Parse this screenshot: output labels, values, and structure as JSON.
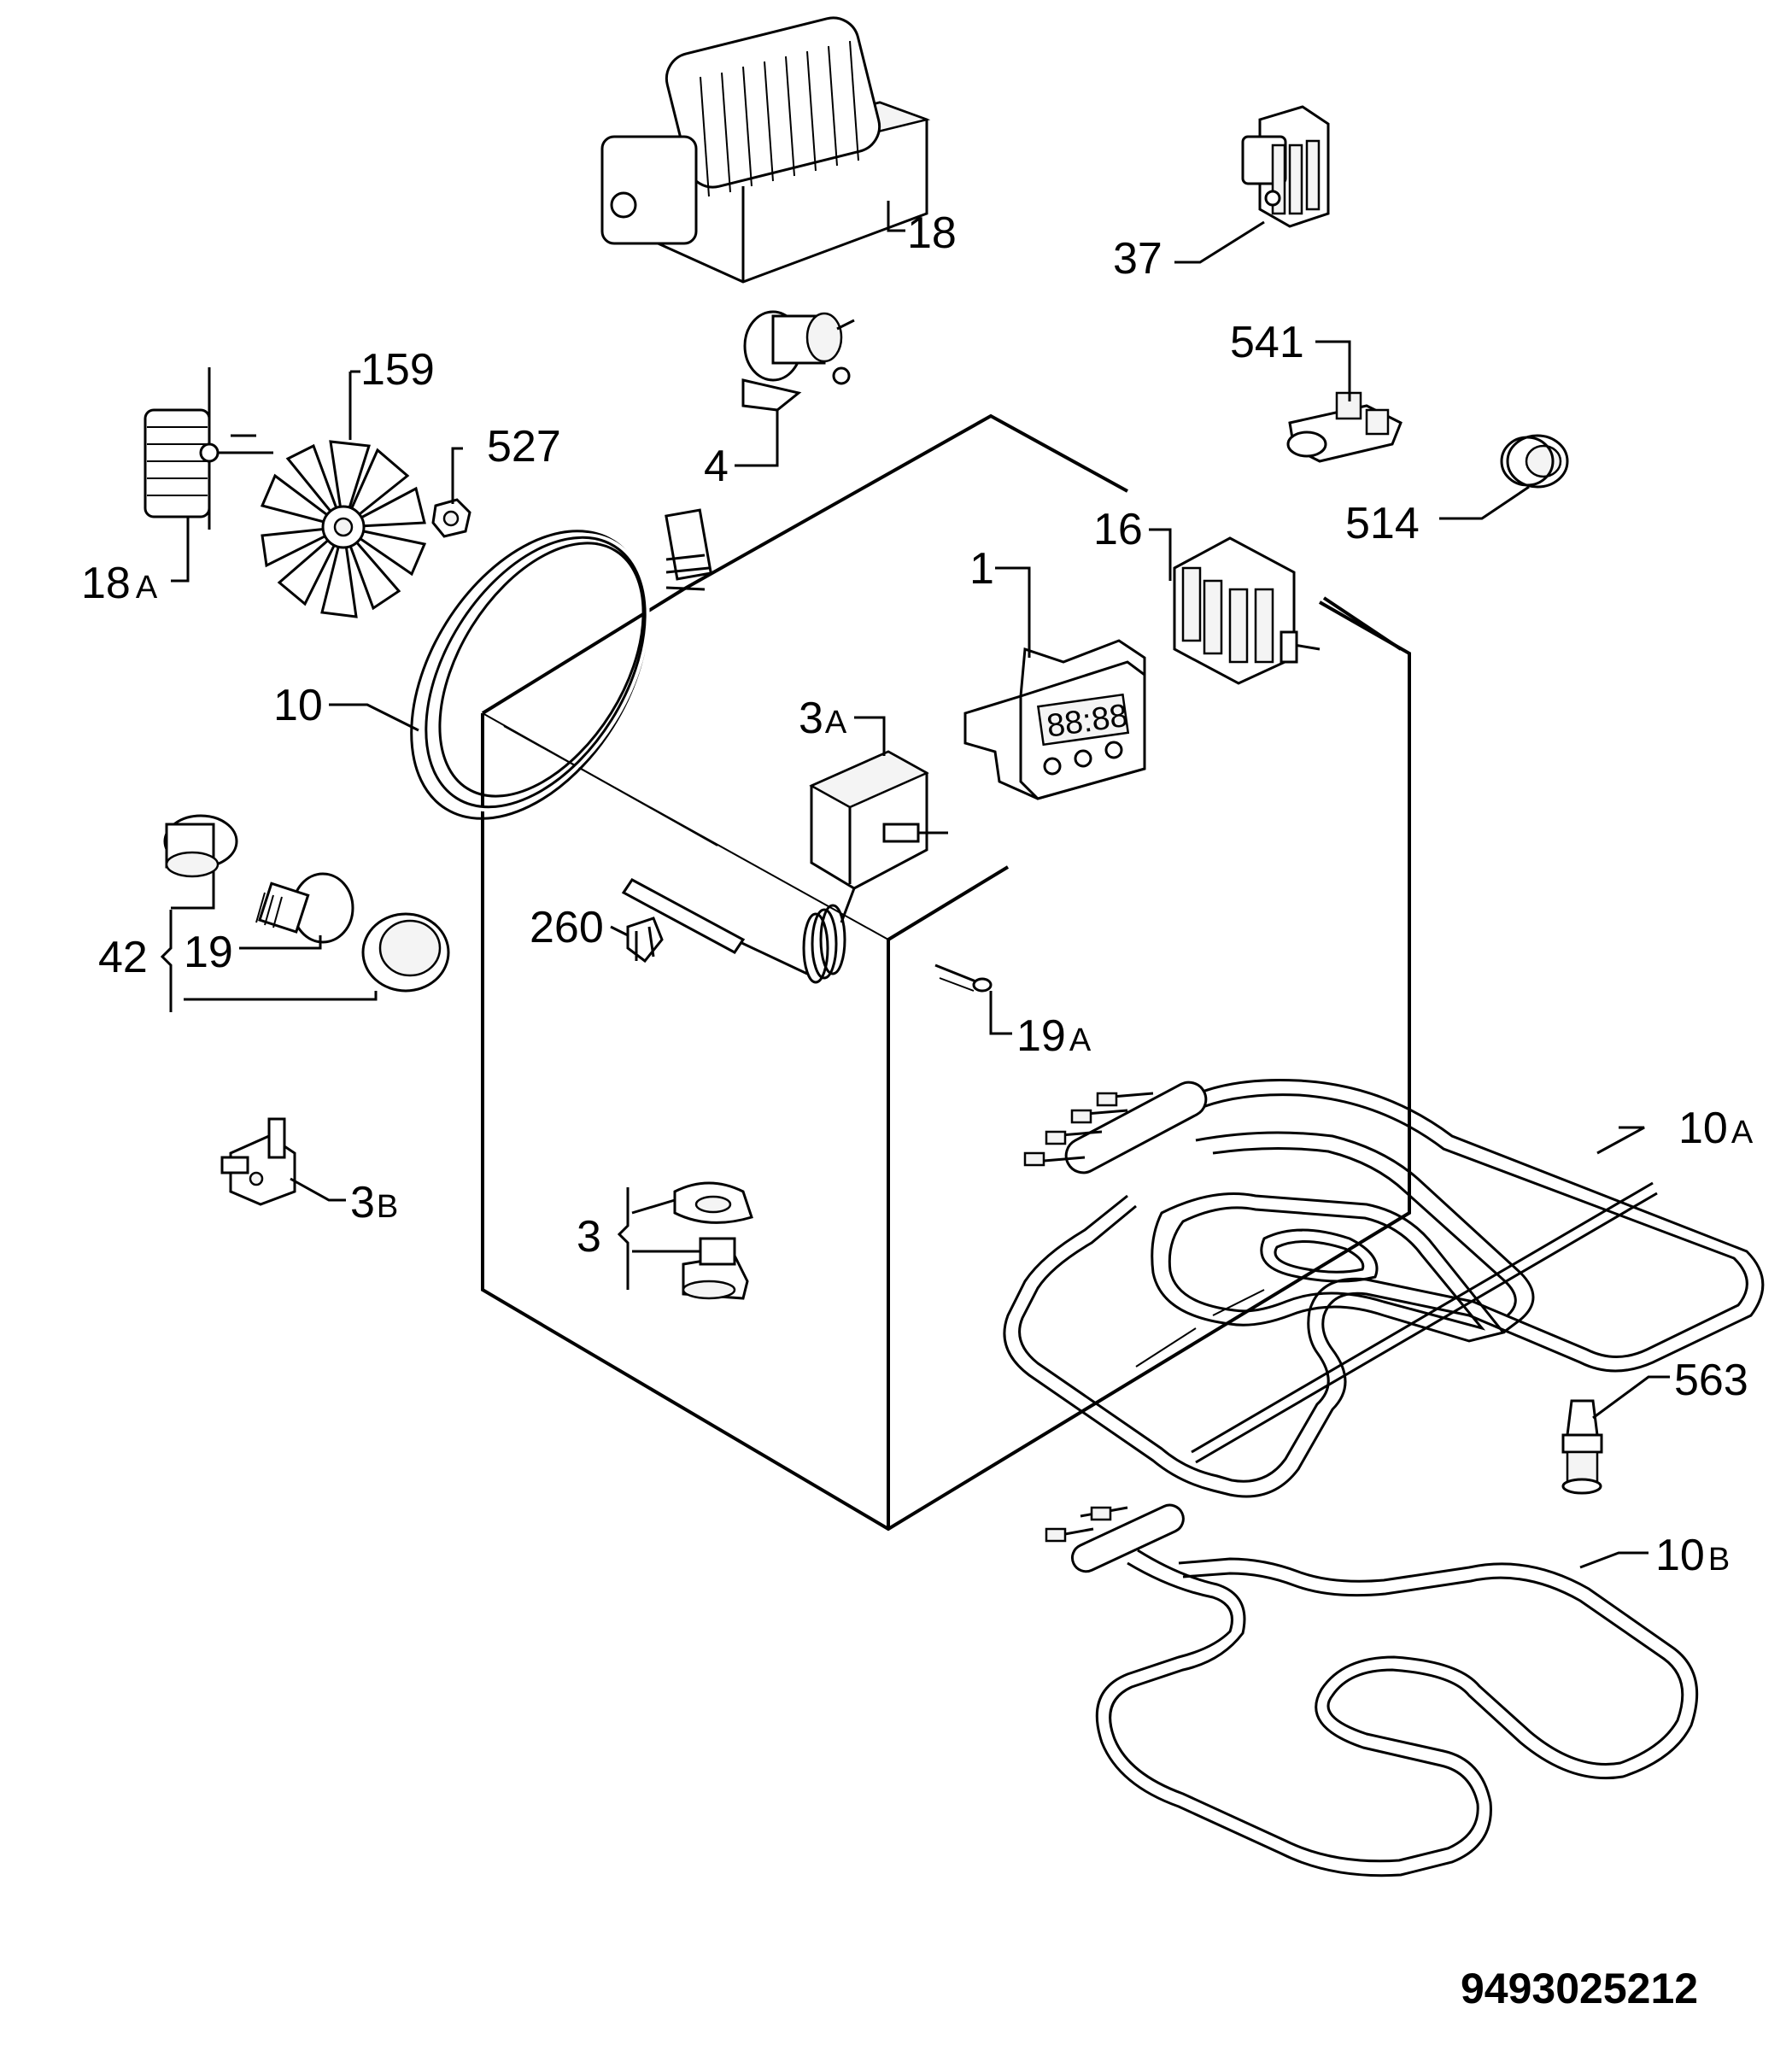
{
  "labels": {
    "p18": "18",
    "p37": "37",
    "p159": "159",
    "p541": "541",
    "p527": "527",
    "p4": "4",
    "p18A_num": "18",
    "p18A_suf": "A",
    "p514": "514",
    "p16": "16",
    "p1": "1",
    "p10": "10",
    "p3A_num": "3",
    "p3A_suf": "A",
    "p260": "260",
    "p42": "42",
    "p19": "19",
    "p19A_num": "19",
    "p19A_suf": "A",
    "p10A_num": "10",
    "p10A_suf": "A",
    "p3B_num": "3",
    "p3B_suf": "B",
    "p3": "3",
    "p563": "563",
    "p10B_num": "10",
    "p10B_suf": "B"
  },
  "document_number": "9493025212"
}
